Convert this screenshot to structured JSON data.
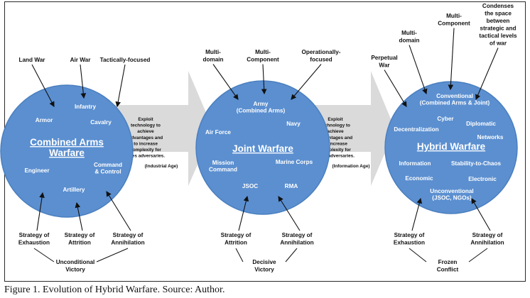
{
  "caption": "Figure 1. Evolution of Hybrid Warfare. Source: Author.",
  "colors": {
    "circle": "#5b8fd0",
    "circle_edge": "#4a7fbf",
    "arrow": "#dadada",
    "line": "#111111"
  },
  "arrows": [
    {
      "lines": [
        "Exploit",
        "technology to",
        "achieve",
        "advantages and",
        "to increase",
        "complexity for",
        "ones adversaries."
      ],
      "era": "(Industrial Age)"
    },
    {
      "lines": [
        "Exploit",
        "technology to",
        "achieve",
        "advantages and",
        "to increase",
        "complexity for",
        "ones adversaries."
      ],
      "era": "(Information Age)"
    }
  ],
  "circles": [
    {
      "title": [
        "Combined Arms",
        "Warfare"
      ],
      "inside": [
        [
          "Infantry"
        ],
        [
          "Armor"
        ],
        [
          "Cavalry"
        ],
        [
          "Command",
          "& Control"
        ],
        [
          "Engineer"
        ],
        [
          "Artillery"
        ]
      ],
      "top": [
        [
          "Land War"
        ],
        [
          "Air War"
        ],
        [
          "Tactically-focused"
        ]
      ],
      "bottom": [
        [
          "Strategy of",
          "Exhaustion"
        ],
        [
          "Strategy of",
          "Attrition"
        ],
        [
          "Strategy of",
          "Annihilation"
        ]
      ],
      "outcome": [
        "Unconditional",
        "Victory"
      ]
    },
    {
      "title": [
        "Joint Warfare"
      ],
      "inside": [
        [
          "Army",
          "(Combined Arms)"
        ],
        [
          "Navy"
        ],
        [
          "Air Force"
        ],
        [
          "Mission",
          "Command"
        ],
        [
          "Marine Corps"
        ],
        [
          "JSOC"
        ],
        [
          "RMA"
        ]
      ],
      "top": [
        [
          "Multi-",
          "domain"
        ],
        [
          "Multi-",
          "Component"
        ],
        [
          "Operationally-",
          "focused"
        ]
      ],
      "bottom": [
        [
          "Strategy of",
          "Attrition"
        ],
        [
          "Strategy of",
          "Annihilation"
        ]
      ],
      "outcome": [
        "Decisive",
        "Victory"
      ]
    },
    {
      "title": [
        "Hybrid Warfare"
      ],
      "inside": [
        [
          "Conventional",
          "(Combined Arms & Joint)"
        ],
        [
          "Cyber"
        ],
        [
          "Decentralization"
        ],
        [
          "Diplomatic"
        ],
        [
          "Networks"
        ],
        [
          "Information"
        ],
        [
          "Stability-to-Chaos"
        ],
        [
          "Economic"
        ],
        [
          "Electronic"
        ],
        [
          "Unconventional",
          "(JSOC, NGOs)"
        ]
      ],
      "top": [
        [
          "Perpetual",
          "War"
        ],
        [
          "Multi-",
          "domain"
        ],
        [
          "Multi-",
          "Component"
        ],
        [
          "Condenses",
          "the space",
          "between",
          "strategic and",
          "tactical levels",
          "of war"
        ]
      ],
      "bottom": [
        [
          "Strategy of",
          "Exhaustion"
        ],
        [
          "Strategy of",
          "Annihilation"
        ]
      ],
      "outcome": [
        "Frozen",
        "Conflict"
      ]
    }
  ]
}
